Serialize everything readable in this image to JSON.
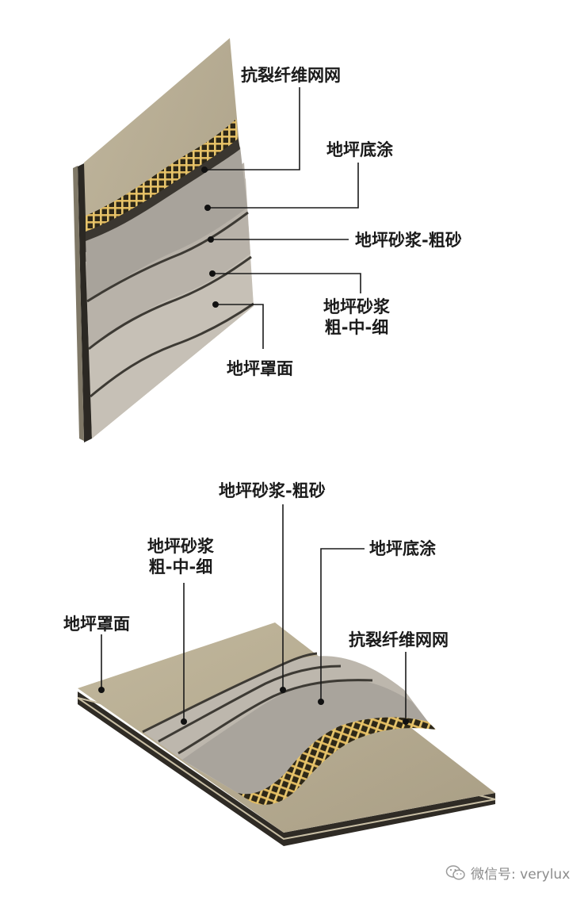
{
  "top_diagram": {
    "labels": {
      "mesh": "抗裂纤维网网",
      "primer": "地坪底涂",
      "coarse_mortar": "地坪砂浆-粗砂",
      "mortar_line1": "地坪砂浆",
      "mortar_line2": "粗-中-细",
      "topcoat": "地坪罩面"
    }
  },
  "bottom_diagram": {
    "labels": {
      "coarse_mortar": "地坪砂浆-粗砂",
      "mortar_line1": "地坪砂浆",
      "mortar_line2": "粗-中-细",
      "primer": "地坪底涂",
      "topcoat": "地坪罩面",
      "mesh": "抗裂纤维网网"
    }
  },
  "watermark": {
    "icon": "wechat-icon",
    "text": "微信号: verylux"
  },
  "colors": {
    "topcoat": "#b8ad93",
    "mortar_coarse": "#a39e97",
    "mortar_mid": "#b3ada5",
    "mortar_fine": "#c4beb5",
    "mesh": "#d9b25a",
    "edge_dark": "#3a3630",
    "leader": "#1a1a1a"
  }
}
